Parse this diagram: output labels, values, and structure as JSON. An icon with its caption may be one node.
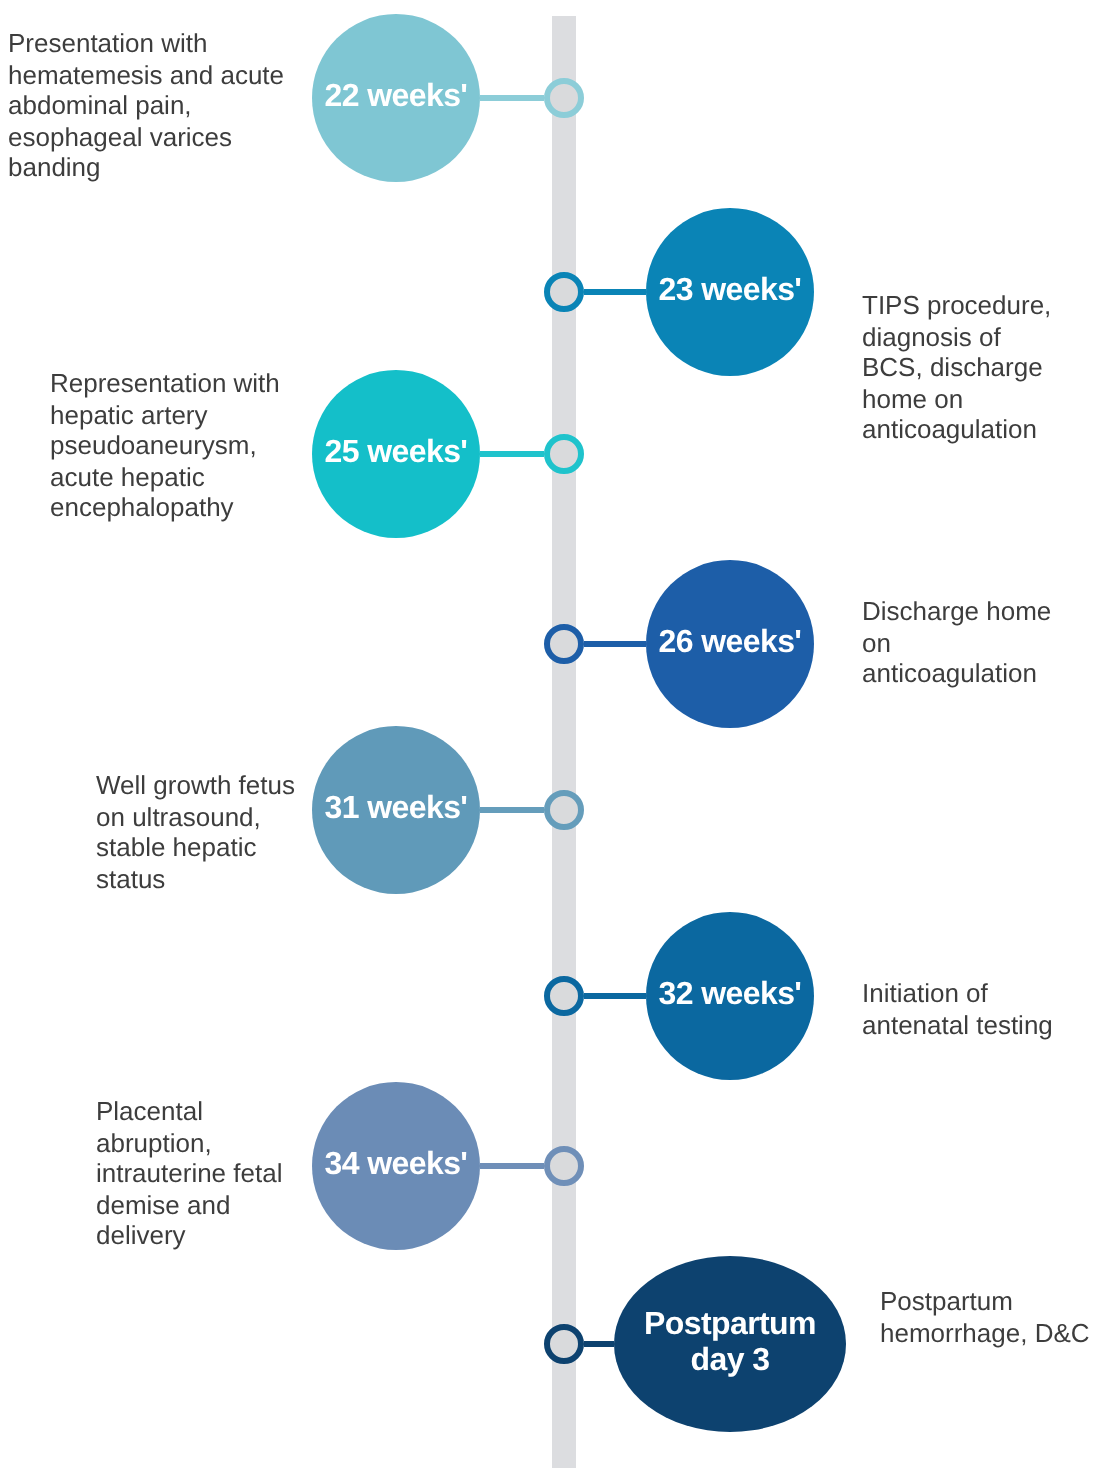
{
  "diagram": {
    "nodes": [
      {
        "text": [
          "22 weeks'"
        ],
        "beside": [
          "Presentation with hematemesis and acute abdominal pain, esophageal varices banding"
        ]
      },
      {
        "text": [],
        "shape": "circle"
      },
      {
        "text": [],
        "shape": "circle"
      },
      {
        "text": [
          "23 weeks'"
        ],
        "beside": [
          "TIPS procedure, diagnosis of BCS, discharge home on anticoagulation"
        ]
      },
      {
        "text": [
          "25 weeks'"
        ],
        "beside": [
          "Representation with hepatic artery pseudoaneurysm, acute hepatic encephalopathy"
        ]
      },
      {
        "text": [],
        "shape": "circle"
      },
      {
        "text": [],
        "shape": "circle"
      },
      {
        "text": [
          "26 weeks'"
        ],
        "beside": [
          "Discharge home on anticoagulation"
        ]
      },
      {
        "text": [
          "31 weeks'"
        ],
        "beside": [
          "Well growth fetus on ultrasound, stable hepatic status"
        ]
      },
      {
        "text": [],
        "shape": "circle"
      },
      {
        "text": [],
        "shape": "circle"
      },
      {
        "text": [
          "32 weeks'"
        ],
        "beside": [
          "Initiation of antenatal testing"
        ]
      },
      {
        "text": [
          "34 weeks'"
        ],
        "beside": [
          "Placental abruption, intrauterine fetal demise and delivery"
        ]
      },
      {
        "text": [],
        "shape": "circle"
      },
      {
        "text": [],
        "shape": "circle"
      },
      {
        "text": [
          "Postpartum day 3"
        ],
        "beside": [
          "Postpartum hemorrhage, D&C"
        ]
      }
    ],
    "edges": [
      {
        "from": 0,
        "to": 1,
        "arrow": "none",
        "color": "#8ccdd8"
      },
      {
        "from": 3,
        "to": 2,
        "arrow": "none",
        "color": "#0a84b6"
      },
      {
        "from": 4,
        "to": 5,
        "arrow": "none",
        "color": "#1fc3cc"
      },
      {
        "from": 7,
        "to": 6,
        "arrow": "none",
        "color": "#1d5ea8"
      },
      {
        "from": 8,
        "to": 9,
        "arrow": "none",
        "color": "#659dbb"
      },
      {
        "from": 11,
        "to": 10,
        "arrow": "none",
        "color": "#0b68a0"
      },
      {
        "from": 12,
        "to": 13,
        "arrow": "none",
        "color": "#6f8fb8"
      },
      {
        "from": 15,
        "to": 14,
        "arrow": "none",
        "color": "#0d426f"
      }
    ]
  }
}
